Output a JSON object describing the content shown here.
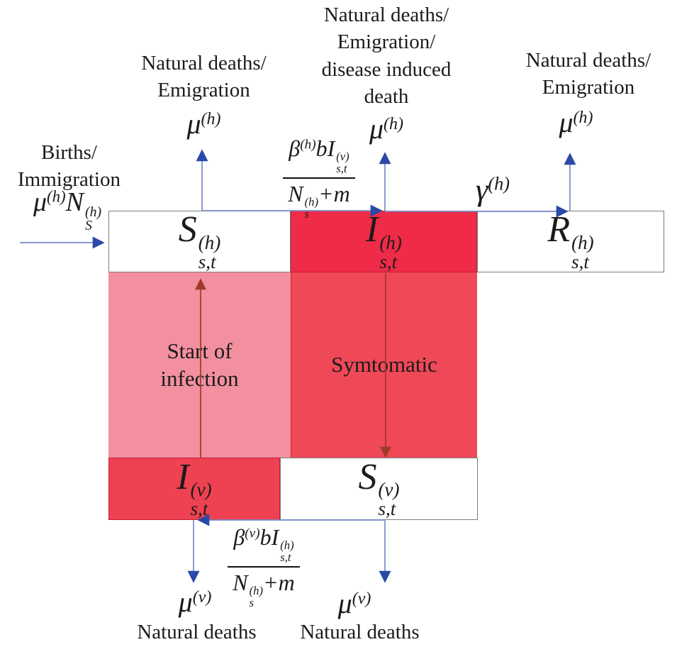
{
  "colors": {
    "infected_host_box": "#EF2B47",
    "infected_host_border": "#C41F3D",
    "symptomatic_region": "#EF4857",
    "start_infection_region": "#F2909F",
    "infected_vector_box": "#EE4151",
    "arrow_blue_head": "#2B4AA8",
    "arrow_blue_line": "#7A8CC8",
    "arrow_brown": "#A03A28",
    "box_border": "#7F7F7F",
    "text": "#1B1B1B"
  },
  "flows": {
    "top_left": {
      "line1": "Natural deaths/",
      "line2": "Emigration",
      "rate_base": "μ",
      "rate_sup": "(h)"
    },
    "top_mid": {
      "line1": "Natural deaths/",
      "line2": "Emigration/",
      "line3": "disease induced",
      "line4": "death",
      "rate_base": "μ",
      "rate_sup": "(h)"
    },
    "top_right": {
      "line1": "Natural deaths/",
      "line2": "Emigration",
      "rate_base": "μ",
      "rate_sup": "(h)"
    },
    "births": {
      "line1": "Births/",
      "line2": "Immigration",
      "mu": "μ",
      "mu_sup": "(h)",
      "N": "N",
      "N_sup": "(h)",
      "N_sub": "S"
    },
    "host_infection_rate": {
      "beta": "β",
      "beta_sup": "(h)",
      "bI": "bI",
      "I_sup": "(v)",
      "I_sub": "s,t",
      "den_N": "N",
      "den_N_sup": "(h)",
      "den_N_sub": "s",
      "den_rest": "+m"
    },
    "recovery_rate": {
      "base": "γ",
      "sup": "(h)"
    },
    "vector_infection_rate": {
      "beta": "β",
      "beta_sup": "(v)",
      "bI": "bI",
      "I_sup": "(h)",
      "I_sub": "s,t",
      "den_N": "N",
      "den_N_sup": "(h)",
      "den_N_sub": "s",
      "den_rest": "+m"
    },
    "vector_death_left": {
      "rate_base": "μ",
      "rate_sup": "(v)",
      "label": "Natural deaths"
    },
    "vector_death_right": {
      "rate_base": "μ",
      "rate_sup": "(v)",
      "label": "Natural deaths"
    }
  },
  "compartments": {
    "susceptible_host": {
      "base": "S",
      "sup": "(h)",
      "sub": "s,t"
    },
    "infected_host": {
      "base": "I",
      "sup": "(h)",
      "sub": "s,t"
    },
    "recovered_host": {
      "base": "R",
      "sup": "(h)",
      "sub": "s,t"
    },
    "infected_vector": {
      "base": "I",
      "sup": "(v)",
      "sub": "s,t"
    },
    "susceptible_vector": {
      "base": "S",
      "sup": "(v)",
      "sub": "s,t"
    }
  },
  "regions": {
    "start_infection_line1": "Start of",
    "start_infection_line2": "infection",
    "symptomatic": "Symtomatic"
  }
}
